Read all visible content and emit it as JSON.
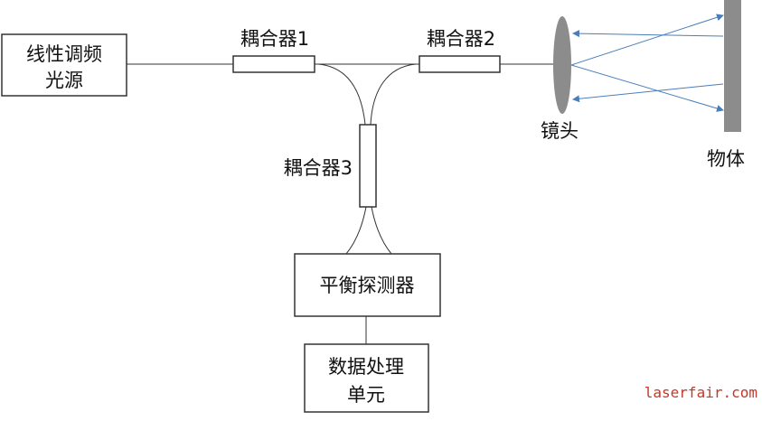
{
  "labels": {
    "source_line1": "线性调频",
    "source_line2": "光源",
    "coupler1": "耦合器1",
    "coupler2": "耦合器2",
    "coupler3": "耦合器3",
    "lens": "镜头",
    "object": "物体",
    "detector": "平衡探测器",
    "processor_line1": "数据处理",
    "processor_line2": "单元"
  },
  "watermark": "laserfair.com",
  "colors": {
    "line": "#333333",
    "text": "#111111",
    "lens_fill": "#8c8c8c",
    "object_fill": "#8c8c8c",
    "beam": "#4a7ebb",
    "watermark": "#c0392b"
  }
}
